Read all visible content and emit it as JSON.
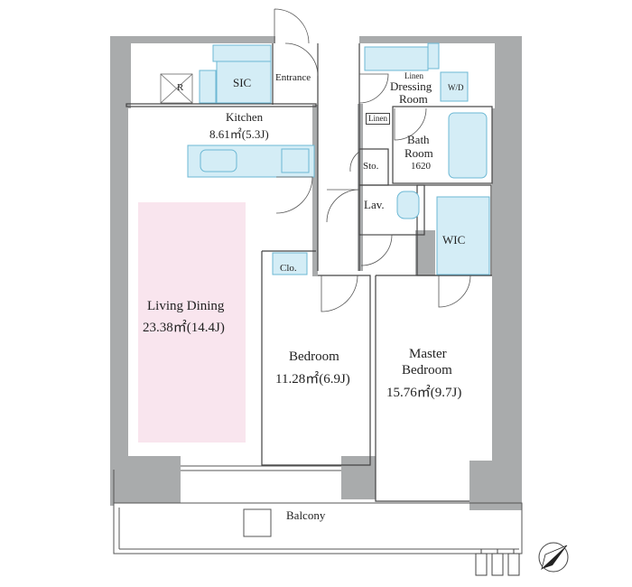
{
  "rooms": {
    "living": {
      "name": "Living Dining",
      "area": "23.38㎡(14.4J)"
    },
    "kitchen": {
      "name": "Kitchen",
      "area": "8.61㎡(5.3J)"
    },
    "bedroom": {
      "name": "Bedroom",
      "area": "11.28㎡(6.9J)"
    },
    "master": {
      "name_line1": "Master",
      "name_line2": "Bedroom",
      "area": "15.76㎡(9.7J)"
    },
    "bath": {
      "line1": "Bath",
      "line2": "Room",
      "line3": "1620"
    },
    "dressing": {
      "line1": "Dressing",
      "line2": "Room"
    },
    "sic": "SIC",
    "entrance": "Entrance",
    "refrigerator": "R",
    "storage": "Sto.",
    "lavatory": "Lav.",
    "wic": "WIC",
    "closet": "Clo.",
    "linen_top": "Linen",
    "linen_bottom": "Linen",
    "washer_dryer": "W/D",
    "balcony": "Balcony"
  },
  "colors": {
    "wall": "#a9abac",
    "living_floor": "#f9e5ee",
    "fixture_fill": "#d4edf6",
    "fixture_stroke": "#6cb8d4",
    "line": "#444444"
  }
}
